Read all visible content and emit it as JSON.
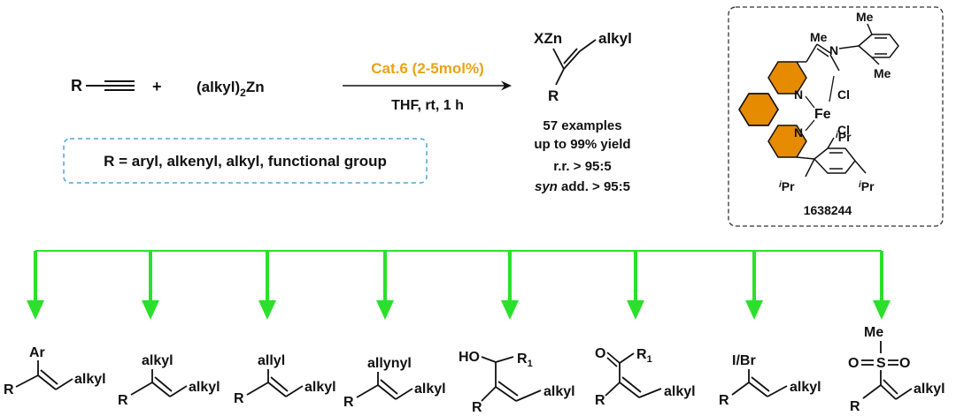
{
  "colors": {
    "catalyst_label": "#E8A317",
    "arrow_green": "#2BE02B",
    "dashed_box_blue": "#4FA3DB",
    "aromatic_fill": "#E68A00",
    "ink": "#111111"
  },
  "reaction": {
    "reactant_r": "R",
    "plus": "+",
    "zinc_prefix": "(alkyl)",
    "zinc_sub": "2",
    "zinc_suffix": "Zn",
    "catalyst": "Cat.6 (2-5mol%)",
    "conditions": "THF, rt, 1 h",
    "scope_note": "R = aryl, alkenyl, alkyl, functional group"
  },
  "product": {
    "xzn": "XZn",
    "alkyl": "alkyl",
    "r": "R",
    "examples": "57 examples",
    "yield": "up to 99% yield",
    "rr": "r.r. > 95:5",
    "syn_italic": "syn",
    "syn_rest": " add. > 95:5"
  },
  "catalyst_structure": {
    "me_top": "Me",
    "me_imine": "Me",
    "n_imine": "N",
    "me_right": "Me",
    "n_upper": "N",
    "n_lower": "N",
    "fe": "Fe",
    "cl_1": "Cl",
    "cl_2": "Cl",
    "ipr_sup": "i",
    "ipr_base": "Pr",
    "ccdc": "1638244"
  },
  "applications": {
    "p1": {
      "top": "Ar",
      "r": "R",
      "alkyl": "alkyl"
    },
    "p2": {
      "top": "alkyl",
      "r": "R",
      "alkyl": "alkyl"
    },
    "p3": {
      "top": "allyl",
      "r": "R",
      "alkyl": "alkyl"
    },
    "p4": {
      "top": "allynyl",
      "r": "R",
      "alkyl": "alkyl"
    },
    "p5": {
      "ho": "HO",
      "r1": "R",
      "r1_sub": "1",
      "r": "R",
      "alkyl": "alkyl"
    },
    "p6": {
      "o": "O",
      "r1": "R",
      "r1_sub": "1",
      "r": "R",
      "alkyl": "alkyl"
    },
    "p7": {
      "top": "I/Br",
      "r": "R",
      "alkyl": "alkyl"
    },
    "p8": {
      "me": "Me",
      "s": "S",
      "o": "O",
      "r": "R",
      "alkyl": "alkyl"
    }
  }
}
